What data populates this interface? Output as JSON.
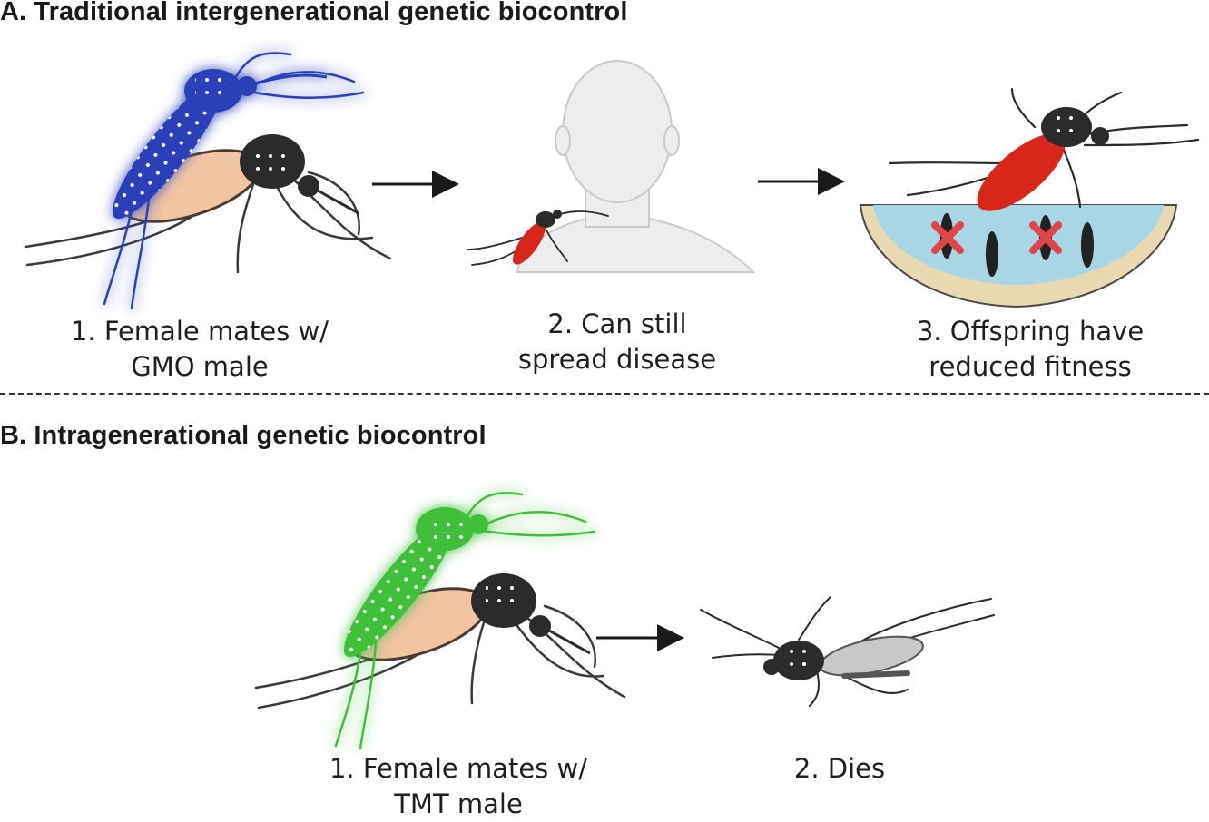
{
  "panel_a": {
    "title": "A.  Traditional intergenerational genetic biocontrol",
    "steps": [
      {
        "line1": "1. Female mates w/",
        "line2": "GMO male"
      },
      {
        "line1": "2. Can still",
        "line2": "spread disease"
      },
      {
        "line1": "3. Offspring have",
        "line2": "reduced fitness"
      }
    ]
  },
  "panel_b": {
    "title": "B. Intragenerational genetic biocontrol",
    "steps": [
      {
        "line1": "1. Female mates w/",
        "line2": "TMT male"
      },
      {
        "line1": "2. Dies",
        "line2": ""
      }
    ]
  },
  "colors": {
    "gmo_male": "#2a3fb8",
    "tmt_male": "#3fbf3a",
    "female": "#2b2b2b",
    "blood_fed": "#d8261b",
    "arrow": "#1a1a1a",
    "water": "#a9d6e5",
    "sand": "#e8d9b0",
    "cross": "#e0454a"
  }
}
